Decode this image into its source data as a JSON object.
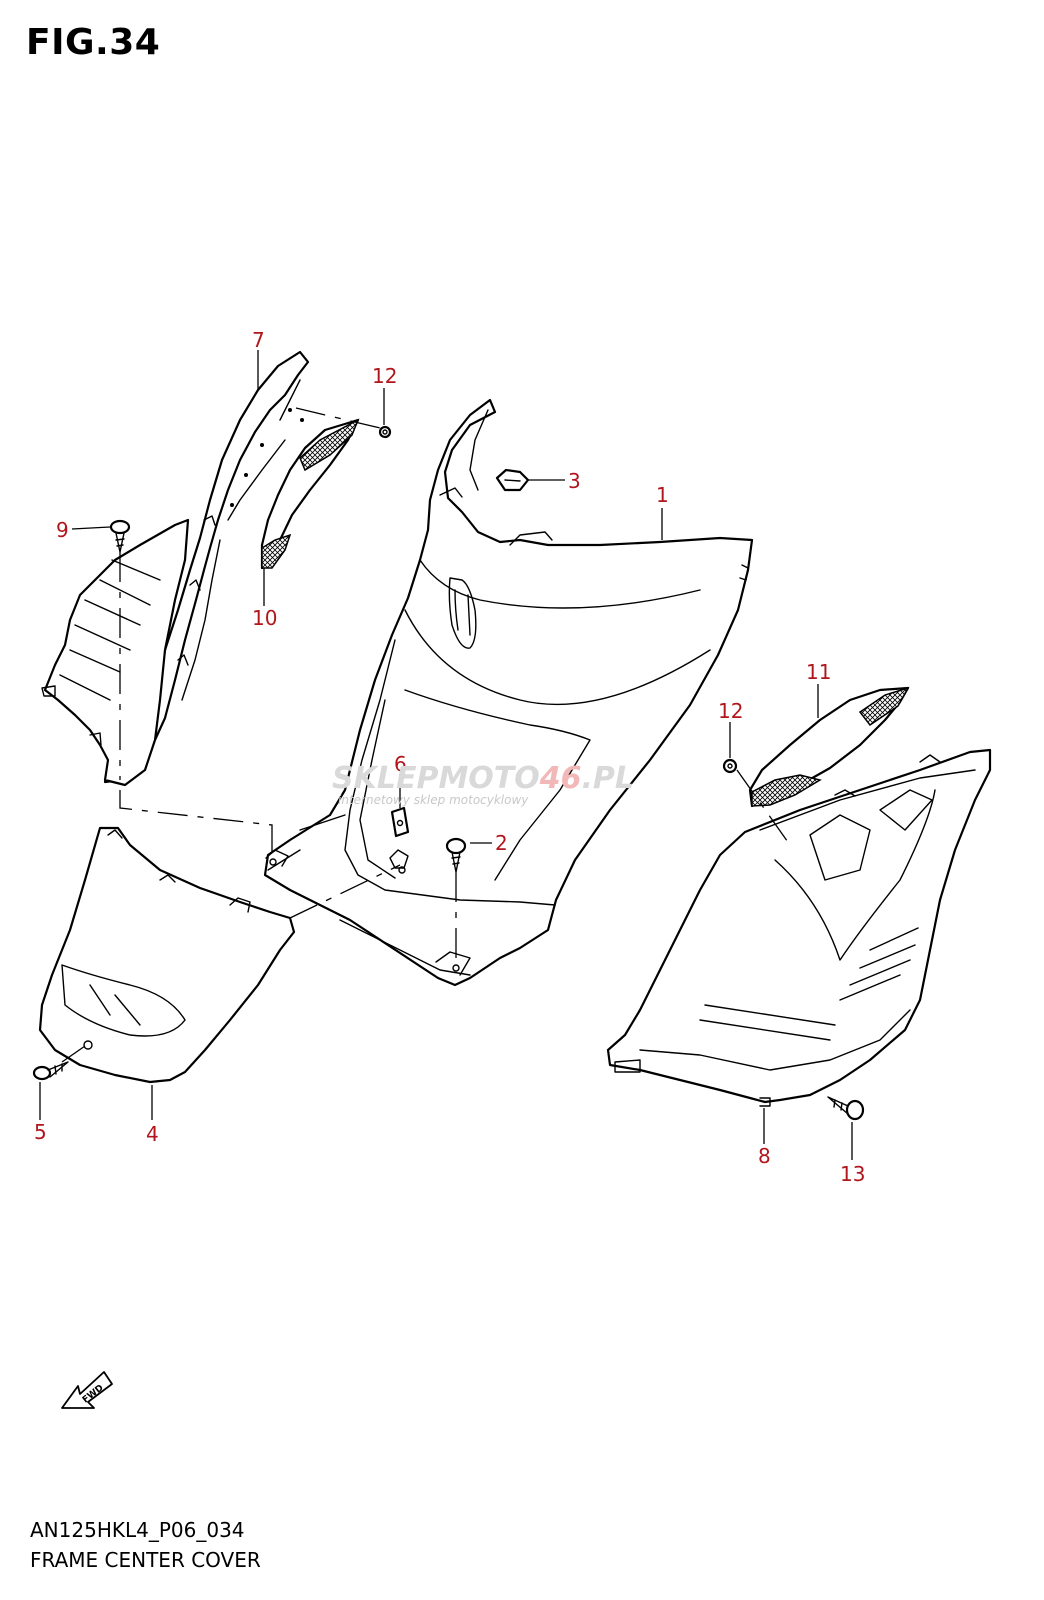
{
  "figure": {
    "title": "FIG.34",
    "model_code": "AN125HKL4_P06_034",
    "name": "FRAME CENTER COVER"
  },
  "callouts": [
    "1",
    "2",
    "3",
    "4",
    "5",
    "6",
    "7",
    "8",
    "9",
    "10",
    "11",
    "12",
    "12",
    "13"
  ],
  "fwd_label": "FWD",
  "watermark": {
    "brand_a": "SKLEPMOTO",
    "brand_b": "46",
    "brand_c": ".PL",
    "tagline": "internetowy sklep motocyklowy"
  },
  "colors": {
    "callout": "#b0161c",
    "line": "#000000",
    "background": "#ffffff"
  }
}
